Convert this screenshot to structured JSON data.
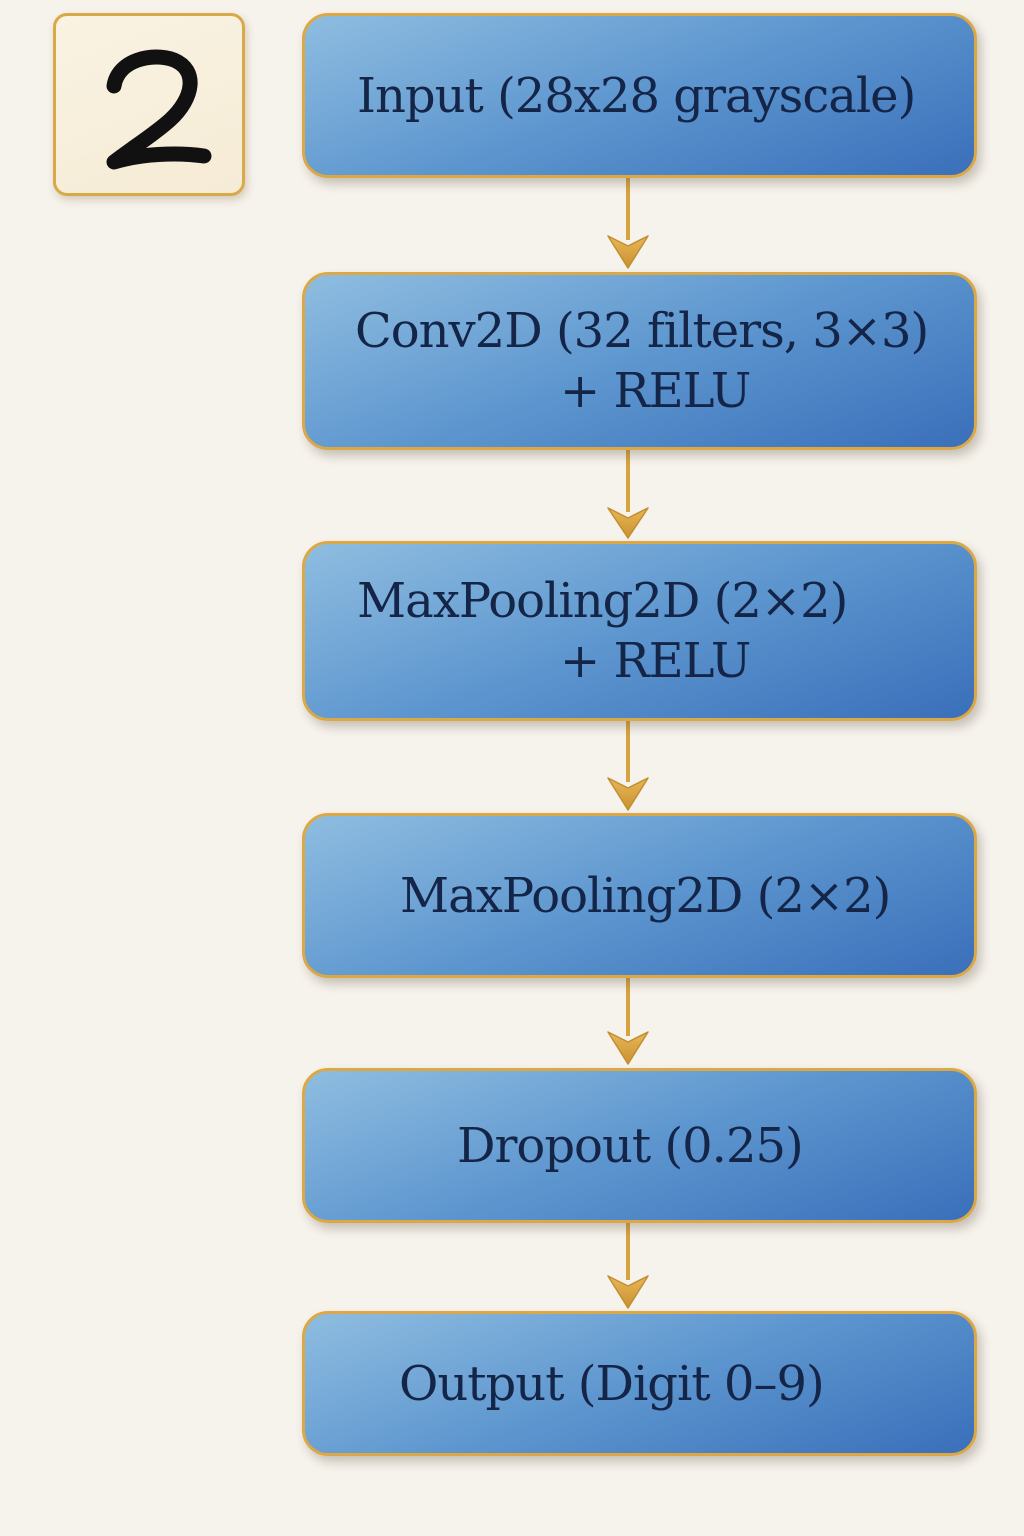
{
  "input_image": {
    "digit": "2"
  },
  "colors": {
    "background": "#f6f2ec",
    "layer_fill_light": "#8fbde0",
    "layer_fill_dark": "#3a6fba",
    "border_gold": "#dca845",
    "text_navy": "#142548"
  },
  "layers": [
    {
      "lines": [
        "Input (28x28 grayscale)"
      ]
    },
    {
      "lines": [
        "Conv2D (32 filters, 3×3)",
        "+ RELU"
      ]
    },
    {
      "lines": [
        "MaxPooling2D (2×2)",
        "+ RELU"
      ]
    },
    {
      "lines": [
        "MaxPooling2D (2×2)"
      ]
    },
    {
      "lines": [
        "Dropout (0.25)"
      ]
    },
    {
      "lines": [
        "Output (Digit 0–9)"
      ]
    }
  ]
}
